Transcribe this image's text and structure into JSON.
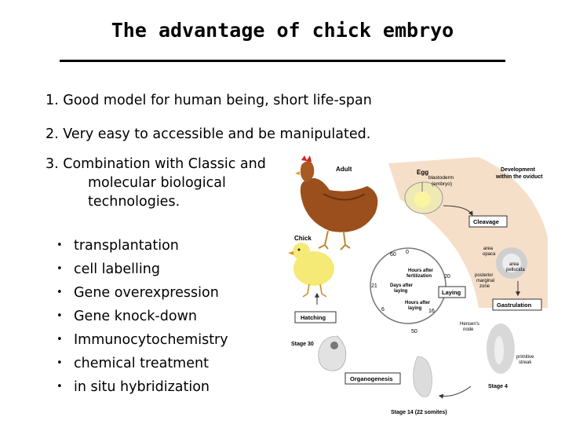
{
  "slide": {
    "title": "The advantage of chick embryo",
    "points": [
      "1. Good model for human being, short life-span",
      "2. Very easy to accessible and be manipulated."
    ],
    "point3_line1": "3. Combination with Classic and",
    "point3_line2": "molecular biological",
    "point3_line3": "technologies.",
    "bullets": [
      "transplantation",
      "cell labelling",
      "Gene overexpression",
      "Gene knock-down",
      "Immunocytochemistry",
      "chemical treatment",
      "in situ hybridization"
    ]
  },
  "diagram": {
    "adult": "Adult",
    "chick": "Chick",
    "egg": "Egg",
    "blastoderm": "blastoderm",
    "embryo": "(embryo)",
    "dev_line1": "Development",
    "dev_line2": "within the oviduct",
    "cleavage": "Cleavage",
    "area_opaca_1": "area",
    "area_opaca_2": "opaca",
    "area_pellucida_1": "area",
    "area_pellucida_2": "pellucida",
    "pmz_1": "posterior",
    "pmz_2": "marginal",
    "pmz_3": "zone",
    "gastrulation": "Gastrulation",
    "laying": "Laying",
    "hatching": "Hatching",
    "organogenesis": "Organogenesis",
    "stage30": "Stage 30",
    "stage4": "Stage 4",
    "stage14": "Stage 14 (22 somites)",
    "hensen_1": "Hensen's",
    "hensen_2": "node",
    "streak_1": "primitive",
    "streak_2": "streak",
    "hours_fert_1": "Hours after",
    "hours_fert_2": "fertilization",
    "days_lay_1": "Days after",
    "days_lay_2": "laying",
    "hours_lay_1": "Hours after",
    "hours_lay_2": "laying",
    "n60": "60",
    "n0": "0",
    "n20": "20",
    "n21": "21",
    "n6": "6",
    "n16": "16",
    "n50": "50",
    "colors": {
      "accent_band": "#f5dfc9",
      "box_border": "#333333",
      "hen": "#9b4f1c",
      "chick": "#f6ea76"
    }
  }
}
